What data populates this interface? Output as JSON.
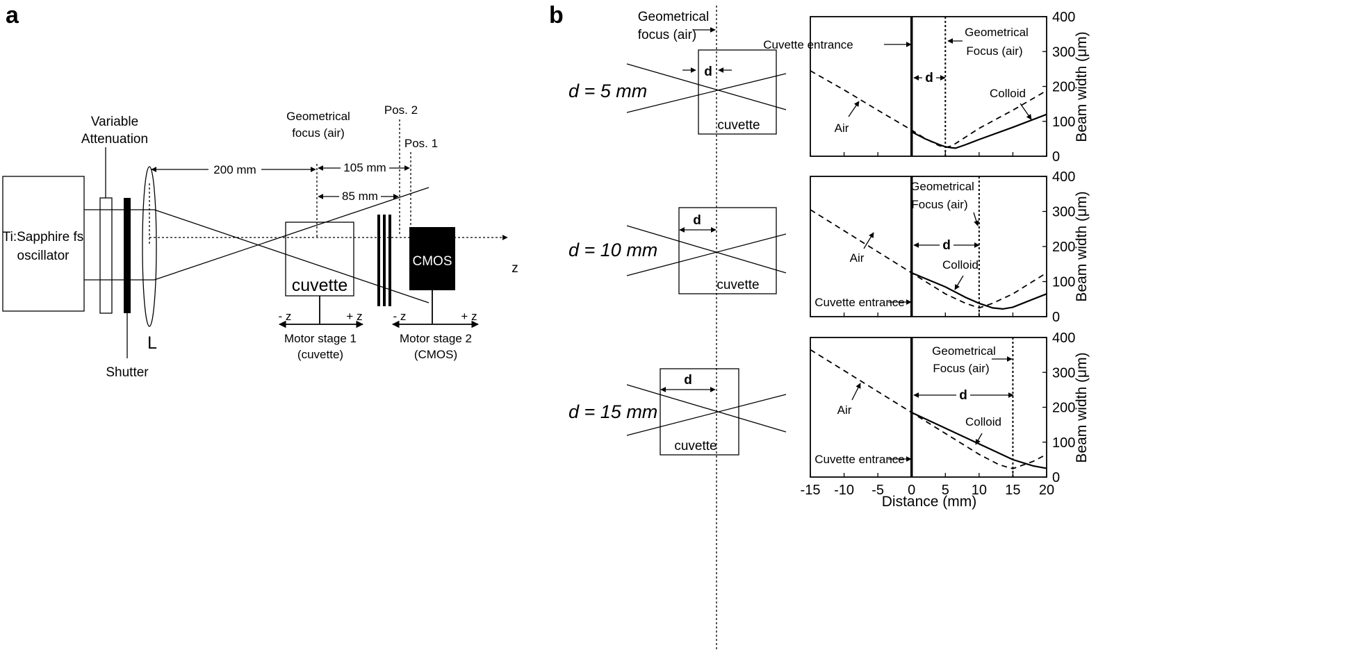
{
  "panel_a": {
    "label": "a",
    "oscillator": [
      "Ti:Sapphire fs",
      "oscillator"
    ],
    "attenuation": [
      "Variable",
      "Attenuation"
    ],
    "shutter": "Shutter",
    "lens": "L",
    "geo_focus": [
      "Geometrical",
      "focus (air)"
    ],
    "pos2": "Pos. 2",
    "pos1": "Pos. 1",
    "dist_200": "200 mm",
    "dist_105": "105 mm",
    "dist_85": "85 mm",
    "cuvette": "cuvette",
    "cmos": "CMOS",
    "z_axis": "z",
    "minus_z": "- z",
    "plus_z": "+ z",
    "stage1": [
      "Motor stage 1",
      "(cuvette)"
    ],
    "stage2": [
      "Motor stage 2",
      "(CMOS)"
    ]
  },
  "panel_b": {
    "label": "b",
    "geo_focus": [
      "Geometrical",
      "focus (air)"
    ],
    "d_symbol": "d",
    "cuvette": "cuvette",
    "rows": [
      {
        "label": "d = 5 mm"
      },
      {
        "label": "d = 10 mm"
      },
      {
        "label": "d = 15 mm"
      }
    ]
  },
  "chart_data": [
    {
      "type": "line",
      "ylabel": "Beam width (μm)",
      "ylim": [
        0,
        400
      ],
      "xlim": [
        -15,
        20
      ],
      "yticks": [
        "0",
        "100",
        "200",
        "300",
        "400"
      ],
      "annotations": [
        "Cuvette entrance",
        "Geometrical",
        "Focus (air)",
        "d",
        "Air",
        "Colloid"
      ],
      "series": [
        {
          "name": "Air",
          "x": [
            -15,
            -10,
            -5,
            0,
            2,
            4,
            5,
            6,
            8,
            10,
            15,
            20
          ],
          "y": [
            245,
            190,
            132,
            75,
            51,
            31,
            25,
            30,
            55,
            80,
            132,
            188
          ]
        },
        {
          "name": "Colloid",
          "x": [
            0,
            2,
            4,
            5,
            6,
            6.5,
            8,
            10,
            15,
            20
          ],
          "y": [
            70,
            50,
            34,
            27,
            24,
            23,
            33,
            48,
            83,
            120
          ]
        }
      ],
      "cuvette_entrance_x": 0,
      "geometrical_focus_x": 5
    },
    {
      "type": "line",
      "ylabel": "Beam width (μm)",
      "ylim": [
        0,
        400
      ],
      "xlim": [
        -15,
        20
      ],
      "yticks": [
        "0",
        "100",
        "200",
        "300",
        "400"
      ],
      "annotations": [
        "Geometrical",
        "Focus (air)",
        "d",
        "Air",
        "Colloid",
        "Cuvette entrance"
      ],
      "series": [
        {
          "name": "Air",
          "x": [
            -15,
            -10,
            -5,
            0,
            5,
            8,
            10,
            12,
            15,
            20
          ],
          "y": [
            305,
            245,
            185,
            125,
            65,
            38,
            25,
            38,
            65,
            125
          ]
        },
        {
          "name": "Colloid",
          "x": [
            0,
            5,
            8,
            10,
            12,
            13.5,
            15,
            18,
            20
          ],
          "y": [
            125,
            85,
            55,
            38,
            25,
            22,
            27,
            50,
            65
          ]
        }
      ],
      "cuvette_entrance_x": 0,
      "geometrical_focus_x": 10
    },
    {
      "type": "line",
      "ylabel": "Beam width (μm)",
      "ylim": [
        0,
        400
      ],
      "xlim": [
        -15,
        20
      ],
      "xticks": [
        "-15",
        "-10",
        "-5",
        "0",
        "5",
        "10",
        "15",
        "20"
      ],
      "yticks": [
        "0",
        "100",
        "200",
        "300",
        "400"
      ],
      "xlabel": "Distance (mm)",
      "annotations": [
        "Geometrical",
        "Focus (air)",
        "d",
        "Air",
        "Colloid",
        "Cuvette entrance"
      ],
      "series": [
        {
          "name": "Air",
          "x": [
            -15,
            -10,
            -5,
            0,
            5,
            10,
            13,
            15,
            18,
            20
          ],
          "y": [
            365,
            305,
            245,
            185,
            125,
            65,
            35,
            24,
            45,
            65
          ]
        },
        {
          "name": "Colloid",
          "x": [
            0,
            5,
            10,
            15,
            18,
            20
          ],
          "y": [
            185,
            140,
            95,
            50,
            32,
            25
          ]
        }
      ],
      "cuvette_entrance_x": 0,
      "geometrical_focus_x": 15
    }
  ]
}
